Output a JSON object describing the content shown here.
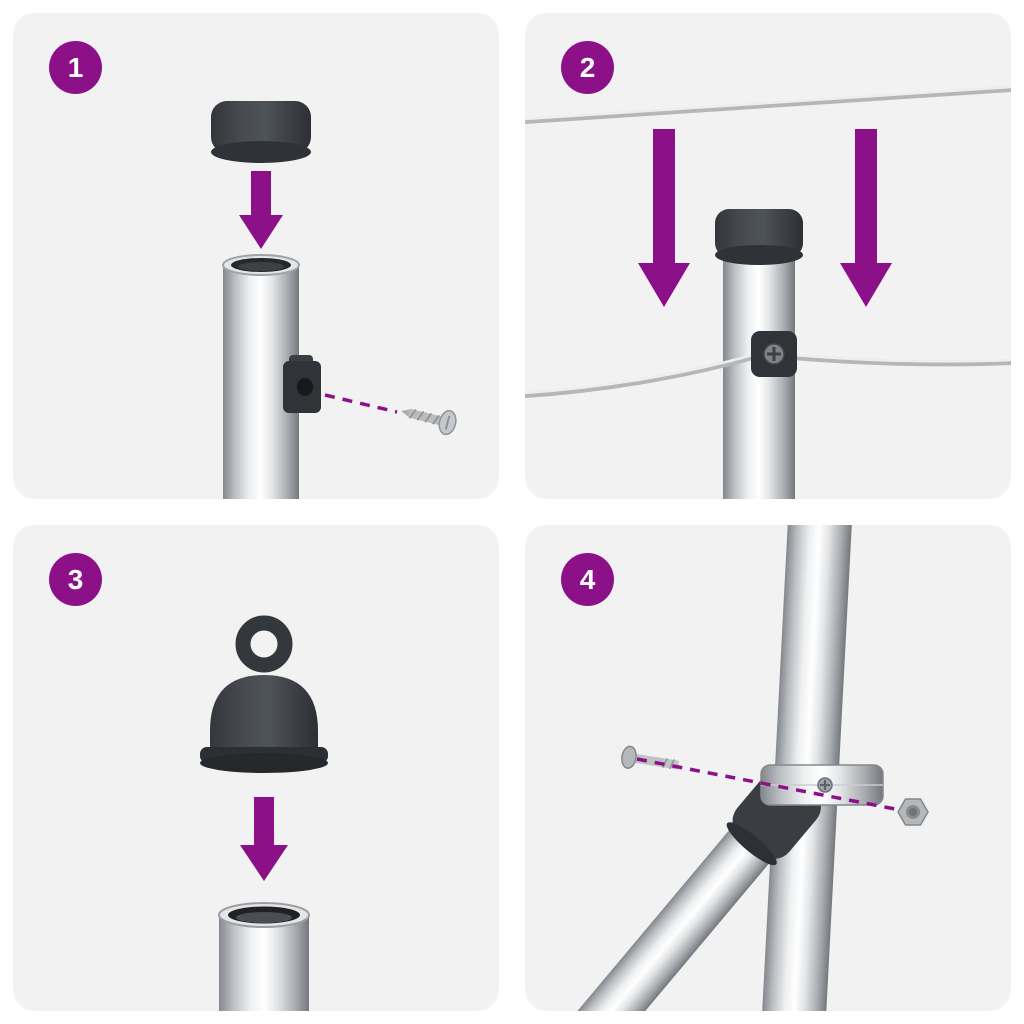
{
  "colors": {
    "accent": "#8c1188",
    "panel-bg": "#f2f2f3",
    "page-bg": "#ffffff"
  },
  "steps": [
    {
      "number": "1"
    },
    {
      "number": "2"
    },
    {
      "number": "3"
    },
    {
      "number": "4"
    }
  ]
}
